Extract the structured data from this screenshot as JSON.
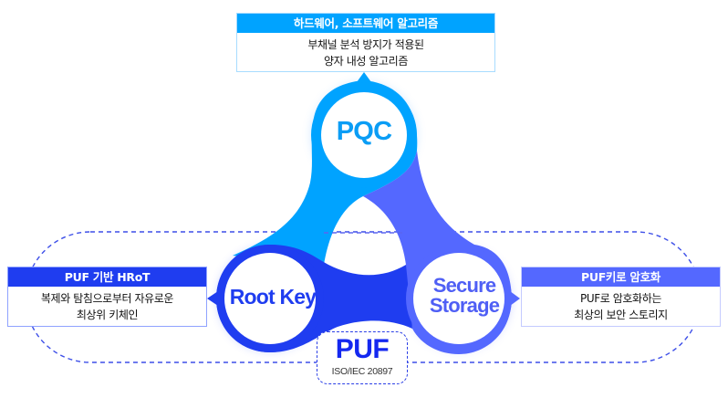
{
  "colors": {
    "pqc": "#00A3FF",
    "root_key": "#1F3DF0",
    "secure_storage": "#5468FF",
    "puf_dashed": "#2A3EE6"
  },
  "nodes": {
    "pqc": {
      "label": "PQC"
    },
    "root_key": {
      "label": "Root Key"
    },
    "secure_storage": {
      "line1": "Secure",
      "line2": "Storage"
    },
    "puf": {
      "title": "PUF",
      "subtitle": "ISO/IEC 20897"
    }
  },
  "boxes": {
    "top": {
      "header": "하드웨어, 소프트웨어 알고리즘",
      "line1": "부채널 분석 방지가 적용된",
      "line2": "양자 내성 알고리즘"
    },
    "left": {
      "header": "PUF 기반 HRoT",
      "line1": "복제와 탐침으로부터 자유로운",
      "line2": "최상위 키체인"
    },
    "right": {
      "header": "PUF키로 암호화",
      "line1": "PUF로 암호화하는",
      "line2": "최상의 보안 스토리지"
    }
  }
}
